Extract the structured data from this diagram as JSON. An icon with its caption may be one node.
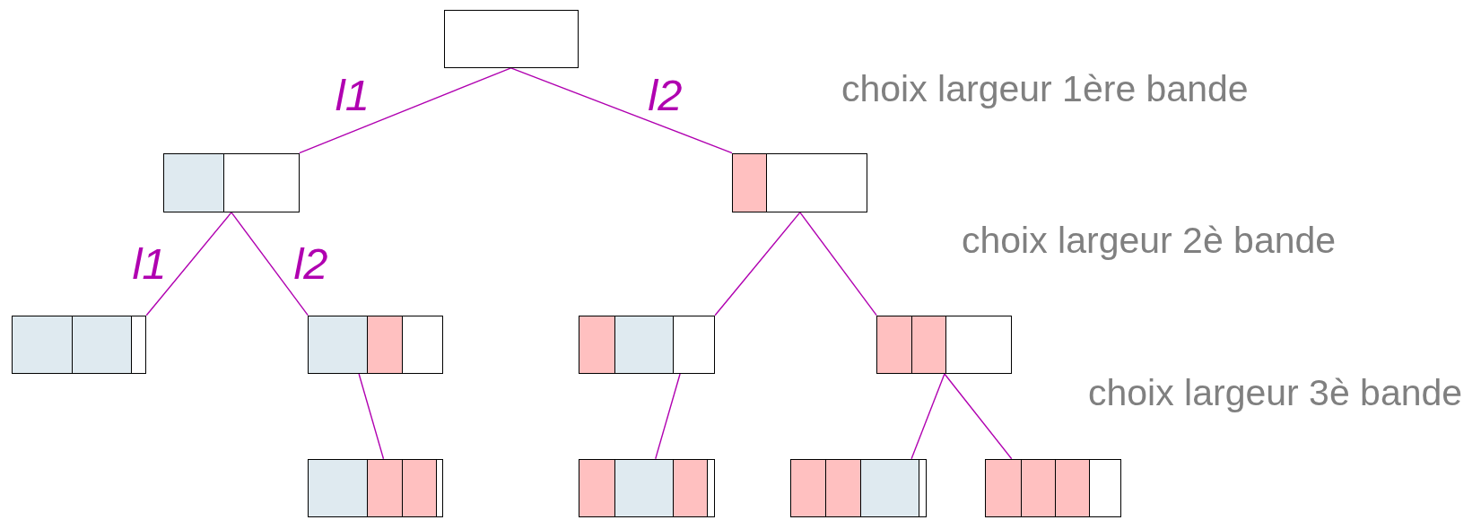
{
  "diagram": {
    "nodes": [
      {
        "text": [],
        "shape": "box"
      },
      {
        "text": [],
        "shape": "box"
      },
      {
        "text": [],
        "shape": "box"
      },
      {
        "text": [],
        "shape": "box"
      },
      {
        "text": [],
        "shape": "box"
      },
      {
        "text": [],
        "shape": "box"
      },
      {
        "text": [],
        "shape": "box"
      },
      {
        "text": [],
        "shape": "box"
      },
      {
        "text": [],
        "shape": "box"
      },
      {
        "text": [],
        "shape": "box"
      },
      {
        "text": [],
        "shape": "box"
      }
    ],
    "edges": [
      {
        "from": 0,
        "to": 1,
        "arrow": "none",
        "label": "l1"
      },
      {
        "from": 0,
        "to": 2,
        "arrow": "none",
        "label": "l2"
      },
      {
        "from": 1,
        "to": 3,
        "arrow": "none",
        "label": "l1"
      },
      {
        "from": 1,
        "to": 4,
        "arrow": "none",
        "label": "l2"
      },
      {
        "from": 2,
        "to": 5,
        "arrow": "none"
      },
      {
        "from": 2,
        "to": 6,
        "arrow": "none"
      },
      {
        "from": 4,
        "to": 7,
        "arrow": "none"
      },
      {
        "from": 5,
        "to": 8,
        "arrow": "none"
      },
      {
        "from": 6,
        "to": 9,
        "arrow": "none"
      },
      {
        "from": 6,
        "to": 10,
        "arrow": "none"
      }
    ],
    "labels": [
      "choix largeur 1ère bande",
      "choix largeur 2è bande",
      "choix largeur 3è bande"
    ]
  }
}
